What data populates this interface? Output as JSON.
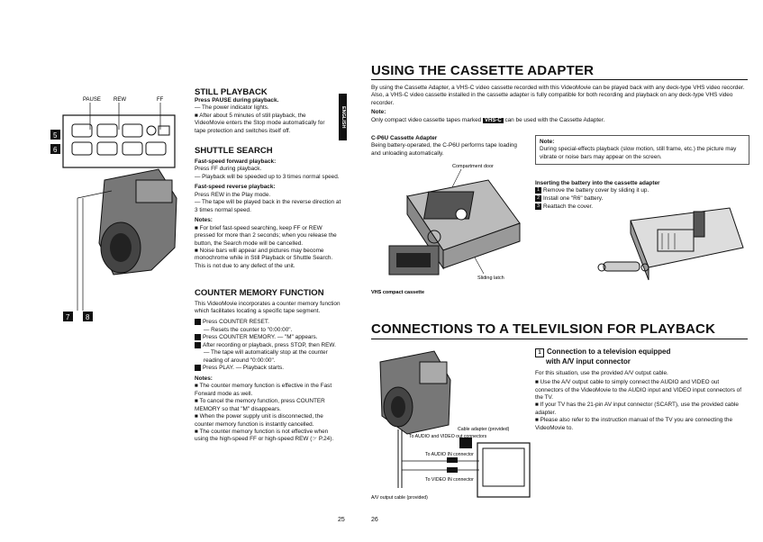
{
  "left_page": {
    "figure_labels": {
      "pause": "PAUSE",
      "rew": "REW",
      "ff": "FF",
      "label_5": "5",
      "label_6": "6",
      "label_7": "7",
      "label_8": "8"
    },
    "language_tab": "ENGLISH",
    "still_playback": {
      "title": "STILL PLAYBACK",
      "line1": "Press PAUSE during playback.",
      "line2": "— The power indicator lights.",
      "line3": "■ After about 5 minutes of still playback, the VideoMovie enters the Stop mode automatically for tape protection and switches itself off."
    },
    "shuttle_search": {
      "title": "SHUTTLE SEARCH",
      "fwd_head": "Fast-speed forward playback:",
      "fwd_1": "Press FF during playback.",
      "fwd_2": "— Playback will be speeded up to 3 times normal speed.",
      "rev_head": "Fast-speed reverse playback:",
      "rev_1": "Press REW in the Play mode.",
      "rev_2": "— The tape will be played back in the reverse direction at 3 times normal speed.",
      "notes_head": "Notes:",
      "note_1": "■ For brief fast-speed searching, keep FF or REW pressed for more than 2 seconds; when you release the button, the Search mode will be cancelled.",
      "note_2": "■ Noise bars will appear and pictures may become monochrome while in Still Playback or Shuttle Search. This is not due to any defect of the unit."
    },
    "counter_memory": {
      "title": "COUNTER MEMORY FUNCTION",
      "intro": "This VideoMovie incorporates a counter memory function which facilitates locating a specific tape segment.",
      "step_1": "Press COUNTER RESET.",
      "step_1b": "— Resets the counter to \"0:00:00\".",
      "step_2": "Press COUNTER MEMORY. — \"M\" appears.",
      "step_3": "After recording or playback, press STOP, then REW.",
      "step_3b": "— The tape will automatically stop at the counter reading of around \"0:00:00\".",
      "step_4": "Press PLAY. — Playback starts.",
      "notes_head": "Notes:",
      "note_1": "■ The counter memory function is effective in the Fast Forward mode as well.",
      "note_2": "■ To cancel the memory function, press COUNTER MEMORY so that \"M\" disappears.",
      "note_3": "■ When the power supply unit is disconnected, the counter memory function is instantly cancelled.",
      "note_4": "■ The counter memory function is not effective when using the high-speed FF or high-speed REW (☞ P.24)."
    },
    "page_number": "25"
  },
  "right_page": {
    "cassette_adapter": {
      "title": "USING THE CASSETTE ADAPTER",
      "intro": "By using the Cassette Adapter, a VHS-C video cassette recorded with this VideoMovie can be played back with any deck-type VHS video recorder. Also, a VHS-C video cassette installed in the cassette adapter is fully compatible for both recording and playback on any deck-type VHS video recorder.",
      "note_head": "Note:",
      "note_text_a": "Only compact video cassette tapes marked",
      "note_logo": "VHS-C",
      "note_text_b": "can be used with the Cassette Adapter.",
      "c_p6u_head": "C-P6U Cassette Adapter",
      "c_p6u_text": "Being battery-operated, the C-P6U performs tape loading and unloading automatically.",
      "compartment_door": "Compartment door",
      "sliding_latch": "Sliding latch",
      "vhs_compact": "VHS compact cassette",
      "note_box_head": "Note:",
      "note_box_text": "During special-effects playback (slow motion, still frame, etc.) the picture may vibrate or noise bars may appear on the screen.",
      "battery_head": "Inserting the battery into the cassette adapter",
      "battery_1": "Remove the battery cover by sliding it up.",
      "battery_2": "Install one \"R6\" battery.",
      "battery_3": "Reattach the cover.",
      "num_1": "1",
      "num_2": "2",
      "num_3": "3"
    },
    "connections": {
      "title": "CONNECTIONS TO A TELEVILSION FOR PLAYBACK",
      "sub_num": "1",
      "sub_title_1": "Connection to a television equipped",
      "sub_title_2": "with A/V input connector",
      "intro": "For this situation, use the provided A/V output cable.",
      "bullet_1": "■ Use the A/V output cable to simply connect the AUDIO and VIDEO out connectors of the VideoMovie to the AUDIO input and VIDEO input connectors of the TV.",
      "bullet_2": "■ If your TV has the 21-pin AV input connector (SCART), use the provided cable adapter.",
      "bullet_3": "■ Please also refer to the instruction manual of the TV you are connecting the VideoMovie to.",
      "lbl_audio_video_out": "To AUDIO and VIDEO out connectors",
      "lbl_cable_adapter": "Cable adapter (provided)",
      "lbl_audio_in": "To AUDIO IN connector",
      "lbl_video_in": "To VIDEO IN connector",
      "lbl_av_cable": "A/V output cable (provided)"
    },
    "page_number": "26"
  }
}
